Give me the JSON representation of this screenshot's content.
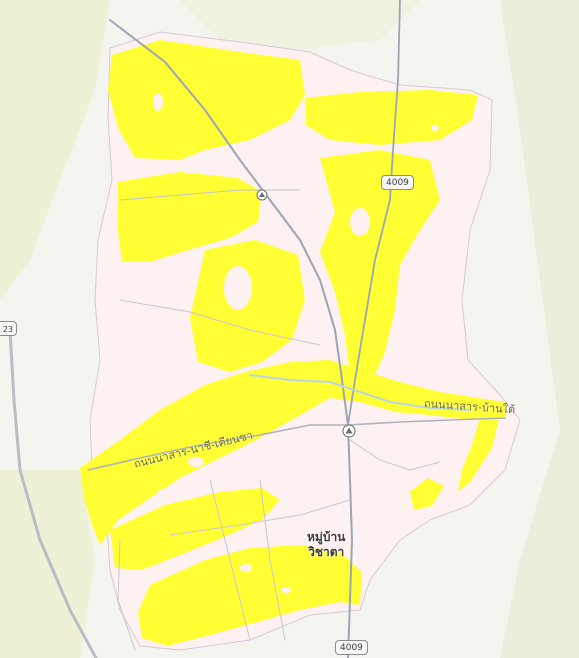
{
  "map": {
    "background_color": "#f5f5ef",
    "district_color": "#fdf1f2",
    "flood_color": "#ffff33",
    "terrain_color": "#eef1d6",
    "road_color": "#9aa6b4"
  },
  "road_shields": {
    "north": "4009",
    "south": "4009",
    "edge": "23"
  },
  "place": {
    "line1": "หมู่บ้าน",
    "line2": "วิชาตา"
  },
  "road_names": {
    "west": "ถนนนาสาร-นาชี-เคียนซา",
    "east": "ถนนนาสาร-บ้านใต้"
  },
  "icons": {
    "temple_north": "temple-icon",
    "temple_center": "temple-icon"
  }
}
